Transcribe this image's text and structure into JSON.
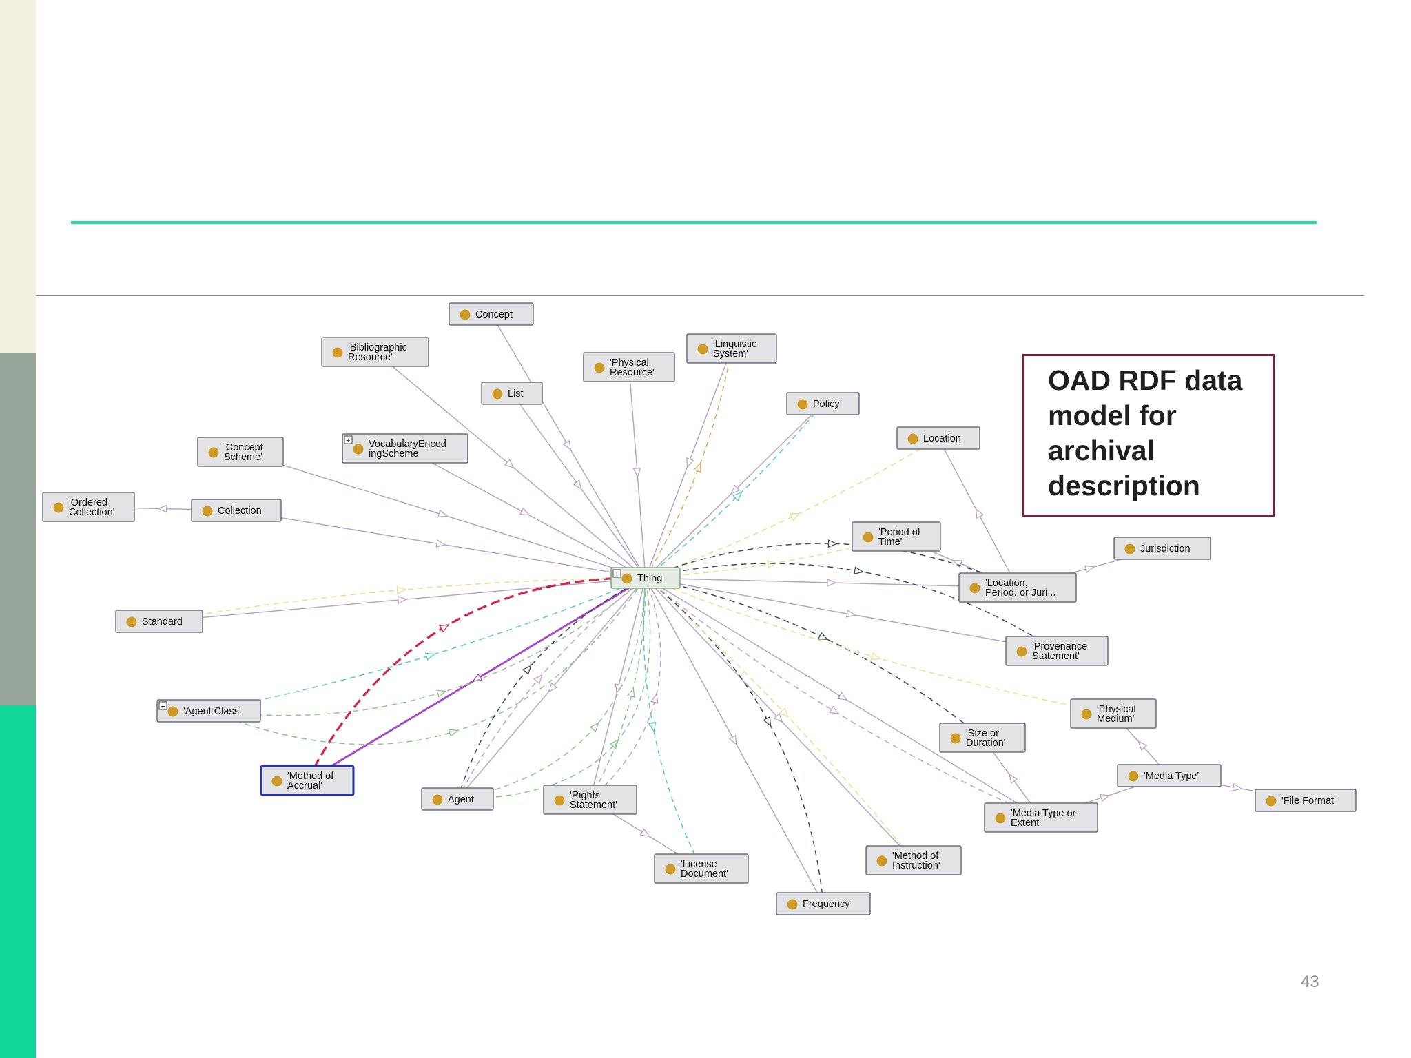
{
  "slide": {
    "title": "OAD RDF data model for archival description",
    "page_number": "43"
  },
  "colors": {
    "side_top": "#f2f1df",
    "side_mid": "#97a59a",
    "side_bottom": "#11d899",
    "accent_rule": "#26d99c",
    "title_border": "#7a2040",
    "node_dot": "#cd9c27",
    "edge_purple": "#b9a3c9",
    "edge_dark_dashed": "#404a5a",
    "edge_green_dashed": "#8ec38e",
    "edge_teal_dashed": "#58c8c8",
    "edge_yellow_dashed": "#e9e08b",
    "edge_orange_dashed": "#e2a75e",
    "edge_mauve_dashed": "#c99bc9",
    "edge_highlight_red": "#d0264f",
    "edge_highlight_purple": "#a64bc8"
  },
  "diagram": {
    "root": "thing",
    "nodes": [
      {
        "id": "thing",
        "label": "Thing",
        "expandable": true
      },
      {
        "id": "concept",
        "label": "Concept"
      },
      {
        "id": "biblio",
        "label": "'Bibliographic Resource'"
      },
      {
        "id": "physres",
        "label": "'Physical Resource'"
      },
      {
        "id": "ling",
        "label": "'Linguistic System'"
      },
      {
        "id": "list",
        "label": "List"
      },
      {
        "id": "policy",
        "label": "Policy"
      },
      {
        "id": "conceptscheme",
        "label": "'Concept Scheme'"
      },
      {
        "id": "vocab",
        "label": "VocabularyEncodingScheme",
        "expandable": true
      },
      {
        "id": "location",
        "label": "Location"
      },
      {
        "id": "ordered",
        "label": "'Ordered Collection'"
      },
      {
        "id": "collection",
        "label": "Collection"
      },
      {
        "id": "period",
        "label": "'Period of Time'"
      },
      {
        "id": "jurisdiction",
        "label": "Jurisdiction"
      },
      {
        "id": "lpj",
        "label": "'Location, Period, or Juri..."
      },
      {
        "id": "standard",
        "label": "Standard"
      },
      {
        "id": "provenance",
        "label": "'Provenance Statement'"
      },
      {
        "id": "agentclass",
        "label": "'Agent Class'",
        "expandable": true
      },
      {
        "id": "physmedium",
        "label": "'Physical Medium'"
      },
      {
        "id": "sizeduration",
        "label": "'Size or Duration'"
      },
      {
        "id": "methodaccrual",
        "label": "'Method of Accrual'",
        "selected": true
      },
      {
        "id": "agent",
        "label": "Agent"
      },
      {
        "id": "rights",
        "label": "'Rights Statement'"
      },
      {
        "id": "mediatype",
        "label": "'Media Type'"
      },
      {
        "id": "fileformat",
        "label": "'File Format'"
      },
      {
        "id": "mediaextent",
        "label": "'Media Type or Extent'"
      },
      {
        "id": "license",
        "label": "'License Document'"
      },
      {
        "id": "instruction",
        "label": "'Method of Instruction'"
      },
      {
        "id": "frequency",
        "label": "Frequency"
      }
    ],
    "edges": [
      {
        "from": "concept",
        "to": "thing",
        "style": "subclass"
      },
      {
        "from": "biblio",
        "to": "thing",
        "style": "subclass"
      },
      {
        "from": "physres",
        "to": "thing",
        "style": "subclass"
      },
      {
        "from": "ling",
        "to": "thing",
        "style": "subclass"
      },
      {
        "from": "list",
        "to": "thing",
        "style": "subclass"
      },
      {
        "from": "policy",
        "to": "thing",
        "style": "subclass"
      },
      {
        "from": "conceptscheme",
        "to": "thing",
        "style": "subclass"
      },
      {
        "from": "vocab",
        "to": "thing",
        "style": "subclass"
      },
      {
        "from": "collection",
        "to": "thing",
        "style": "subclass"
      },
      {
        "from": "collection",
        "to": "ordered",
        "style": "subclass"
      },
      {
        "from": "standard",
        "to": "thing",
        "style": "subclass"
      },
      {
        "from": "thing",
        "to": "lpj",
        "style": "subclass"
      },
      {
        "from": "lpj",
        "to": "location",
        "style": "subclass"
      },
      {
        "from": "lpj",
        "to": "period",
        "style": "subclass"
      },
      {
        "from": "lpj",
        "to": "jurisdiction",
        "style": "subclass"
      },
      {
        "from": "thing",
        "to": "provenance",
        "style": "subclass"
      },
      {
        "from": "thing",
        "to": "mediaextent",
        "style": "subclass"
      },
      {
        "from": "mediaextent",
        "to": "sizeduration",
        "style": "subclass"
      },
      {
        "from": "mediaextent",
        "to": "mediatype",
        "style": "subclass"
      },
      {
        "from": "mediatype",
        "to": "physmedium",
        "style": "subclass"
      },
      {
        "from": "mediatype",
        "to": "fileformat",
        "style": "subclass"
      },
      {
        "from": "thing",
        "to": "agent",
        "style": "subclass"
      },
      {
        "from": "thing",
        "to": "rights",
        "style": "subclass"
      },
      {
        "from": "rights",
        "to": "license",
        "style": "subclass"
      },
      {
        "from": "thing",
        "to": "frequency",
        "style": "subclass"
      },
      {
        "from": "thing",
        "to": "instruction",
        "style": "subclass"
      },
      {
        "from": "thing",
        "to": "methodaccrual",
        "style": "highlight"
      },
      {
        "from": "methodaccrual",
        "to": "thing",
        "style": "highlight-dashed"
      },
      {
        "from": "thing",
        "to": "ling",
        "style": "dashed-orange"
      },
      {
        "from": "thing",
        "to": "policy",
        "style": "dashed-teal"
      },
      {
        "from": "thing",
        "to": "location",
        "style": "dashed-yellow"
      },
      {
        "from": "thing",
        "to": "period",
        "style": "dashed-yellow"
      },
      {
        "from": "standard",
        "to": "thing",
        "style": "dashed-yellow"
      },
      {
        "from": "agentclass",
        "to": "thing",
        "style": "dashed-green"
      },
      {
        "from": "agentclass",
        "to": "thing",
        "style": "dashed-teal"
      },
      {
        "from": "agentclass",
        "to": "thing",
        "style": "dashed-green"
      },
      {
        "from": "agent",
        "to": "thing",
        "style": "dashed-dark"
      },
      {
        "from": "agent",
        "to": "thing",
        "style": "dashed-green"
      },
      {
        "from": "agent",
        "to": "thing",
        "style": "dashed-mauve"
      },
      {
        "from": "agent",
        "to": "thing",
        "style": "dashed-green"
      },
      {
        "from": "rights",
        "to": "thing",
        "style": "dashed-green"
      },
      {
        "from": "rights",
        "to": "thing",
        "style": "dashed-mauve"
      },
      {
        "from": "thing",
        "to": "license",
        "style": "dashed-teal"
      },
      {
        "from": "thing",
        "to": "frequency",
        "style": "dashed-dark"
      },
      {
        "from": "thing",
        "to": "instruction",
        "style": "dashed-yellow"
      },
      {
        "from": "thing",
        "to": "lpj",
        "style": "dashed-dark"
      },
      {
        "from": "thing",
        "to": "provenance",
        "style": "dashed-dark"
      },
      {
        "from": "thing",
        "to": "sizeduration",
        "style": "dashed-dark"
      },
      {
        "from": "thing",
        "to": "physmedium",
        "style": "dashed-yellow"
      },
      {
        "from": "thing",
        "to": "mediaextent",
        "style": "dashed-mauve"
      }
    ]
  }
}
